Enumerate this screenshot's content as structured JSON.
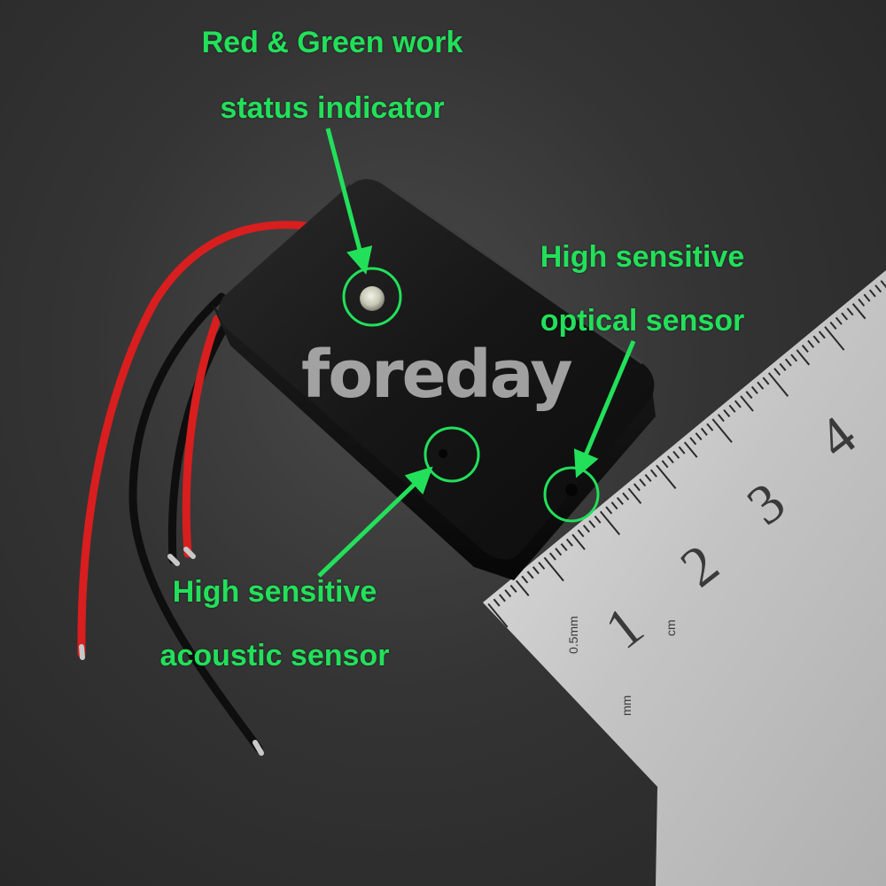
{
  "labels": {
    "led": {
      "line1": "Red & Green work",
      "line2": "status indicator"
    },
    "optical": {
      "line1": "High sensitive",
      "line2": "optical sensor"
    },
    "acoustic": {
      "line1": "High sensitive",
      "line2": "acoustic sensor"
    }
  },
  "watermark": "foreday",
  "ruler": {
    "numbers": [
      "1",
      "2",
      "3",
      "4"
    ],
    "unit_cm": "cm",
    "unit_mm": "mm",
    "resolution": "0.5mm"
  },
  "colors": {
    "annotation": "#22e05a",
    "device": "#141414",
    "wire_red": "#d81e1e",
    "wire_black": "#0e0e0e",
    "ruler": "#c9c9c9"
  }
}
